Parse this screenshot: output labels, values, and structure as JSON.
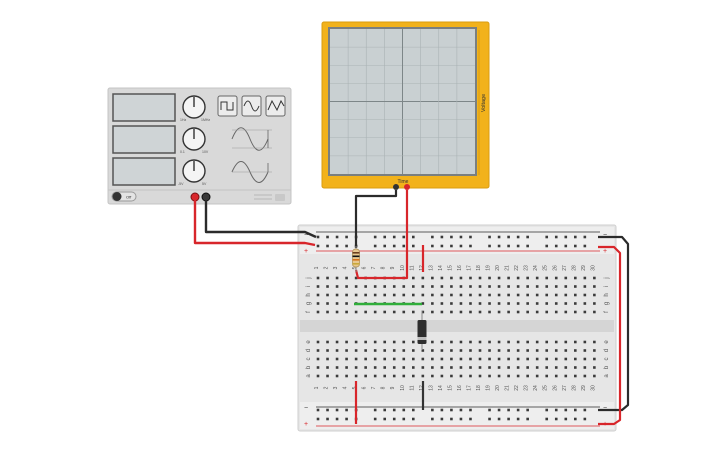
{
  "function_generator": {
    "power_label": "Off",
    "knob_labels": [
      {
        "min": "1Hz",
        "max": "1MHz"
      },
      {
        "min": "0.1",
        "max": "10V"
      },
      {
        "min": "-5V",
        "max": "5V"
      }
    ],
    "waveforms": [
      "square",
      "sine",
      "triangle"
    ]
  },
  "oscilloscope": {
    "x_axis_label": "Time",
    "y_axis_label": "Voltage",
    "colors": {
      "frame": "#f2b21b",
      "screen": "#c9d0d2"
    }
  },
  "breadboard": {
    "columns": [
      "1",
      "2",
      "3",
      "4",
      "5",
      "6",
      "7",
      "8",
      "9",
      "10",
      "11",
      "12",
      "13",
      "14",
      "15",
      "16",
      "17",
      "18",
      "19",
      "20",
      "21",
      "22",
      "23",
      "24",
      "25",
      "26",
      "27",
      "28",
      "29",
      "30"
    ],
    "rows_top": [
      "j",
      "i",
      "h",
      "g",
      "f"
    ],
    "rows_bottom": [
      "e",
      "d",
      "c",
      "b",
      "a"
    ],
    "rail_minus": "−",
    "rail_plus": "+"
  },
  "colors": {
    "wire_red": "#d8262b",
    "wire_black": "#2b2b2b",
    "wire_green": "#2fae3a",
    "wire_gray": "#333333"
  }
}
